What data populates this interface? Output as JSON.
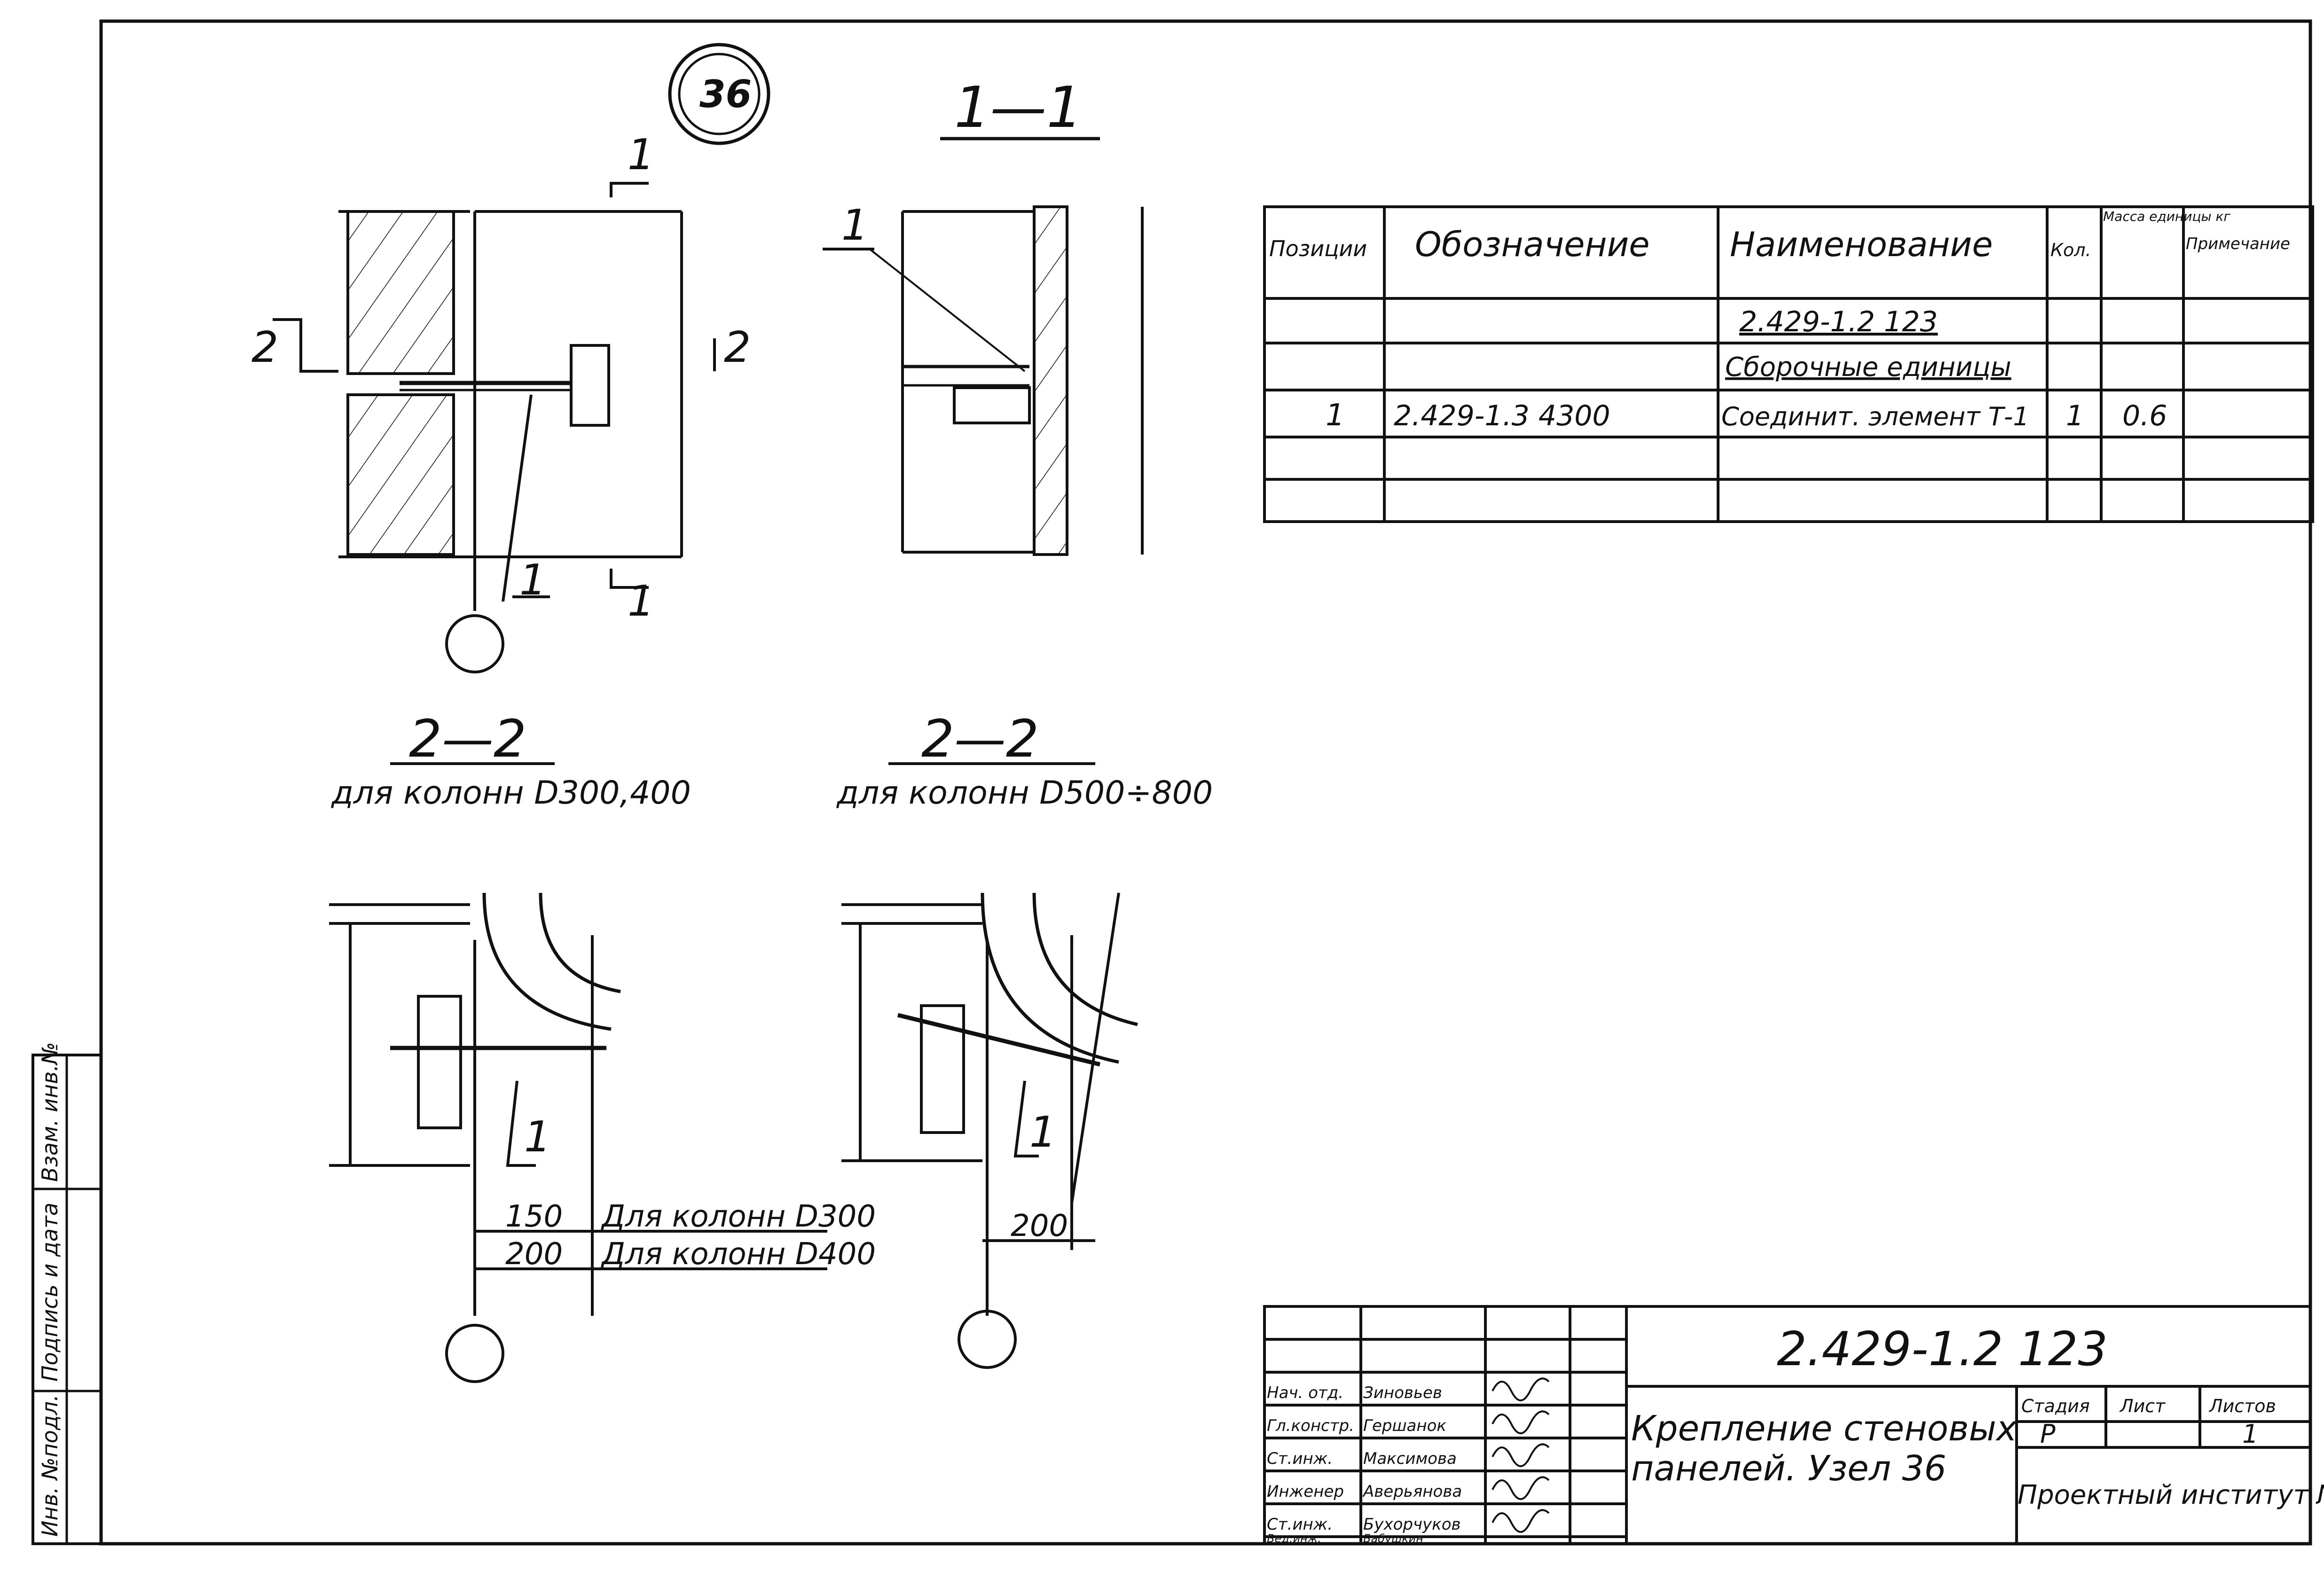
{
  "node_badge": "36",
  "section_views": {
    "section_1_1": "1—1",
    "section_2_2_a": {
      "title": "2—2",
      "subtitle": "для колонн D300,400"
    },
    "section_2_2_b": {
      "title": "2—2",
      "subtitle": "для колонн D500÷800"
    }
  },
  "callouts": {
    "cut_1": "1",
    "cut_2": "2",
    "position_1": "1"
  },
  "dimensions": {
    "d150": "150",
    "d150_note": "Для колонн D300",
    "d200_a": "200",
    "d200_a_note": "Для колонн D400",
    "d200_b": "200"
  },
  "spec_table": {
    "headers": [
      "Позиции",
      "Обозначение",
      "Наименование",
      "Кол.",
      "Масса единицы кг",
      "Примечание"
    ],
    "rows": [
      [
        "",
        "",
        "2.429-1.2 123",
        "",
        "",
        ""
      ],
      [
        "",
        "",
        "Сборочные единицы",
        "",
        "",
        ""
      ],
      [
        "1",
        "2.429-1.3 4300",
        "Соединит. элемент Т-1",
        "1",
        "0.6",
        ""
      ],
      [
        "",
        "",
        "",
        "",
        "",
        ""
      ],
      [
        "",
        "",
        "",
        "",
        "",
        ""
      ]
    ]
  },
  "side_stamp": [
    "Инв. №подл.",
    "Подпись и дата",
    "Взам. инв.№"
  ],
  "title_block": {
    "doc_code": "2.429-1.2 123",
    "title_line1": "Крепление стеновых",
    "title_line2": "панелей. Узел 36",
    "stage_label": "Стадия",
    "sheet_label": "Лист",
    "sheets_label": "Листов",
    "stage_value": "Р",
    "sheet_value": "",
    "sheets_value": "1",
    "organization": "Проектный институт №",
    "roles": [
      {
        "role": "Нач. отд.",
        "name": "Зиновьев"
      },
      {
        "role": "Гл.констр.",
        "name": "Гершанок"
      },
      {
        "role": "Ст.инж.",
        "name": "Максимова"
      },
      {
        "role": "Инженер",
        "name": "Аверьянова"
      },
      {
        "role": "Ст.инж.",
        "name": "Бухорчуков"
      },
      {
        "role": "Вед.инж.",
        "name": "Бабушкин"
      }
    ]
  }
}
